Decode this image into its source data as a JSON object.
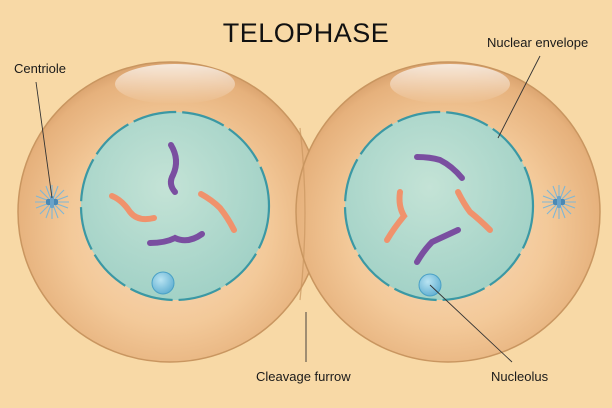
{
  "title": "TELOPHASE",
  "labels": {
    "centriole": "Centriole",
    "nuclear_envelope": "Nuclear envelope",
    "cleavage_furrow": "Cleavage furrow",
    "nucleolus": "Nucleolus"
  },
  "colors": {
    "background": "#f8d9a6",
    "cytoplasm": "#f2c38f",
    "nucleus": "#a9d4c8",
    "envelope": "#3b98a4",
    "purple_chromosome": "#7a4ea0",
    "orange_chromosome": "#f0926c",
    "nucleolus": "#7fc3de"
  }
}
